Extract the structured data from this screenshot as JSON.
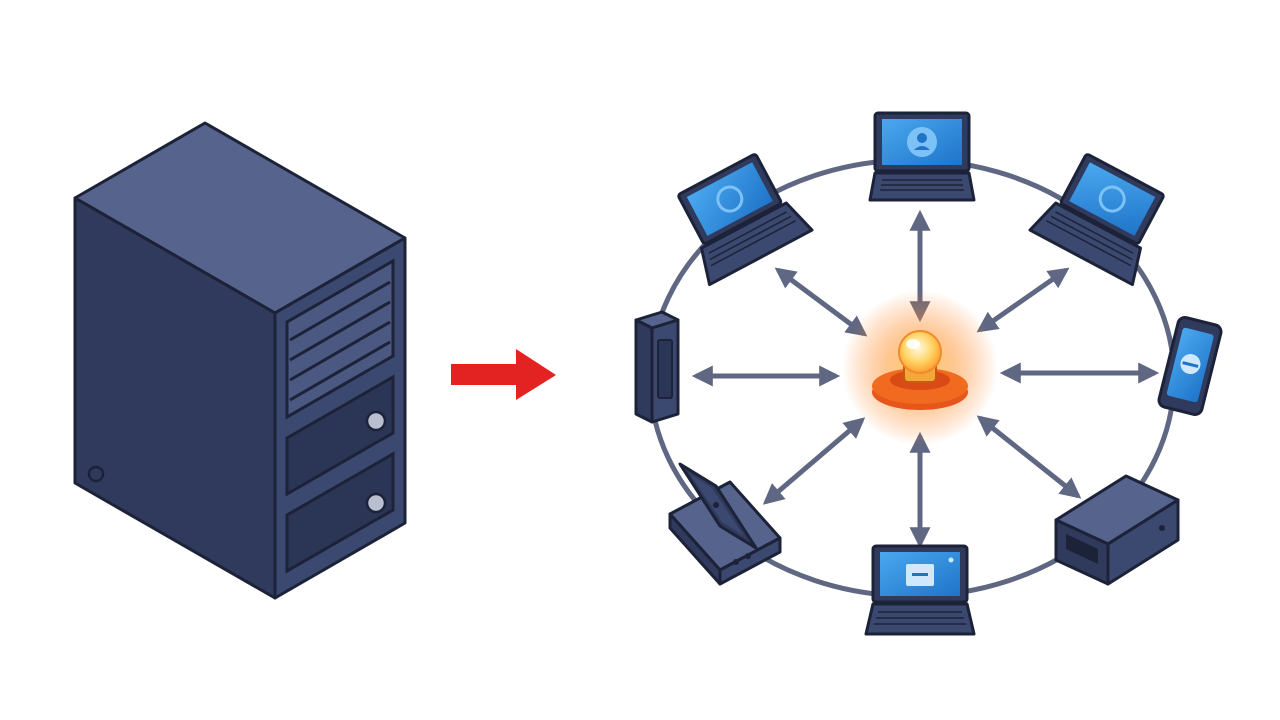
{
  "colors": {
    "background": "#ffffff",
    "device_dark": "#2f3a5c",
    "device_mid": "#3b4870",
    "device_light": "#56638c",
    "outline": "#1c2238",
    "screen": "#2f8fe0",
    "screen_light": "#7cc2f6",
    "ring": "#5f6782",
    "arrow_gray": "#5f6782",
    "migration_arrow": "#e32222",
    "hub_core": "#ffe08a",
    "hub_glow": "#ff8a2a",
    "hub_base": "#f06a1f"
  },
  "diagram": {
    "source": {
      "icon": "server-tower-icon"
    },
    "transition": {
      "icon": "arrow-right-icon"
    },
    "hub": {
      "icon": "glowing-hub-icon"
    },
    "nodes": [
      {
        "id": "top",
        "icon": "laptop-user-icon"
      },
      {
        "id": "top-right",
        "icon": "laptop-icon"
      },
      {
        "id": "right",
        "icon": "smartphone-icon"
      },
      {
        "id": "bottom-right",
        "icon": "storage-box-icon"
      },
      {
        "id": "bottom",
        "icon": "laptop-icon"
      },
      {
        "id": "bottom-left",
        "icon": "docked-tablet-icon"
      },
      {
        "id": "left",
        "icon": "router-device-icon"
      },
      {
        "id": "top-left",
        "icon": "laptop-icon"
      }
    ]
  }
}
